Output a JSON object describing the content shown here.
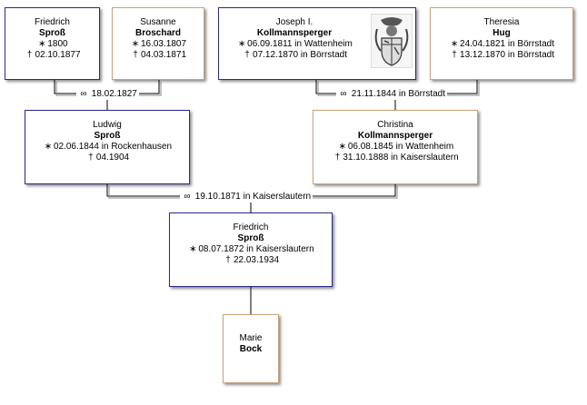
{
  "persons": {
    "p1": {
      "given": "Friedrich",
      "surname": "Sproß",
      "birth": "1800",
      "death": "02.10.1877"
    },
    "p2": {
      "given": "Susanne",
      "surname": "Broschard",
      "birth": "16.03.1807",
      "death": "04.03.1871"
    },
    "p3": {
      "given": "Joseph I.",
      "surname": "Kollmannsperger",
      "birth": "06.09.1811 in Wattenheim",
      "death": "07.12.1870 in Börrstadt"
    },
    "p4": {
      "given": "Theresia",
      "surname": "Hug",
      "birth": "24.04.1821 in Börrstadt",
      "death": "13.12.1870 in Börrstadt"
    },
    "p5": {
      "given": "Ludwig",
      "surname": "Sproß",
      "birth": "02.06.1844 in Rockenhausen",
      "death": "04.1904"
    },
    "p6": {
      "given": "Christina",
      "surname": "Kollmannsperger",
      "birth": "06.08.1845 in Wattenheim",
      "death": "31.10.1888 in Kaiserslautern"
    },
    "p7": {
      "given": "Friedrich",
      "surname": "Sproß",
      "birth": "08.07.1872 in Kaiserslautern",
      "death": "22.03.1934"
    },
    "p8": {
      "given": "Marie",
      "surname": "Bock"
    }
  },
  "marriages": {
    "m1": "18.02.1827",
    "m2": "21.11.1844 in Börrstadt",
    "m3": "19.10.1871 in Kaiserslautern"
  },
  "symbols": {
    "birth": "∗",
    "death": "†",
    "marriage": "∞"
  },
  "icons": {
    "p3_image": "coat-of-arms-icon"
  },
  "colors": {
    "male_border": "#2a2a8a",
    "female_border": "#c8a27a"
  }
}
